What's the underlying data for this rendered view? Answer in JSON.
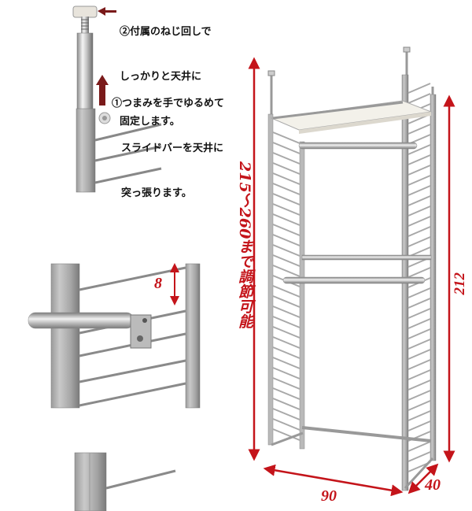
{
  "annotations": {
    "step2": {
      "lines": [
        "②付属のねじ回しで",
        "しっかりと天井に",
        "固定します。"
      ]
    },
    "step1": {
      "lines": [
        "①つまみを手でゆるめて",
        "スライドバーを天井に",
        "突っ張ります。"
      ]
    }
  },
  "dimensions": {
    "rung_spacing": "8",
    "adjustable_height": "215～260まで調節可能",
    "fixed_height": "212",
    "width": "90",
    "depth": "40"
  },
  "colors": {
    "dimension_red": "#c4141a",
    "arrow_dark_red": "#7a1a1a"
  }
}
